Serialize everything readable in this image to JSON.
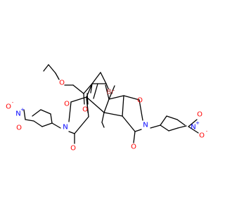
{
  "image_kind": "chemical structure drawing",
  "atoms": {
    "o_ester_carbonyl": {
      "symbol": "O",
      "color": "#ff0000"
    },
    "o_ester_ether": {
      "symbol": "O",
      "color": "#ff0000"
    },
    "br": {
      "symbol": "Br",
      "color": "#a52a2a"
    },
    "o_imide_left_top": {
      "symbol": "O",
      "color": "#ff0000"
    },
    "o_imide_left_bottom": {
      "symbol": "O",
      "color": "#ff0000"
    },
    "o_imide_right_top": {
      "symbol": "O",
      "color": "#ff0000"
    },
    "o_imide_right_bottom": {
      "symbol": "O",
      "color": "#ff0000"
    },
    "n_imide_left": {
      "symbol": "N",
      "color": "#0000ff"
    },
    "n_imide_right": {
      "symbol": "N",
      "color": "#0000ff"
    },
    "n_nitro_left": {
      "symbol": "N",
      "charge": "+",
      "color": "#0000ff"
    },
    "n_nitro_right": {
      "symbol": "N",
      "charge": "+",
      "color": "#0000ff"
    },
    "o_nitro_left_a": {
      "symbol": "O",
      "charge": "-",
      "color": "#ff0000"
    },
    "o_nitro_left_b": {
      "symbol": "O",
      "color": "#ff0000"
    },
    "o_nitro_right_a": {
      "symbol": "O",
      "charge": "-",
      "color": "#ff0000"
    },
    "o_nitro_right_b": {
      "symbol": "O",
      "color": "#ff0000"
    }
  }
}
